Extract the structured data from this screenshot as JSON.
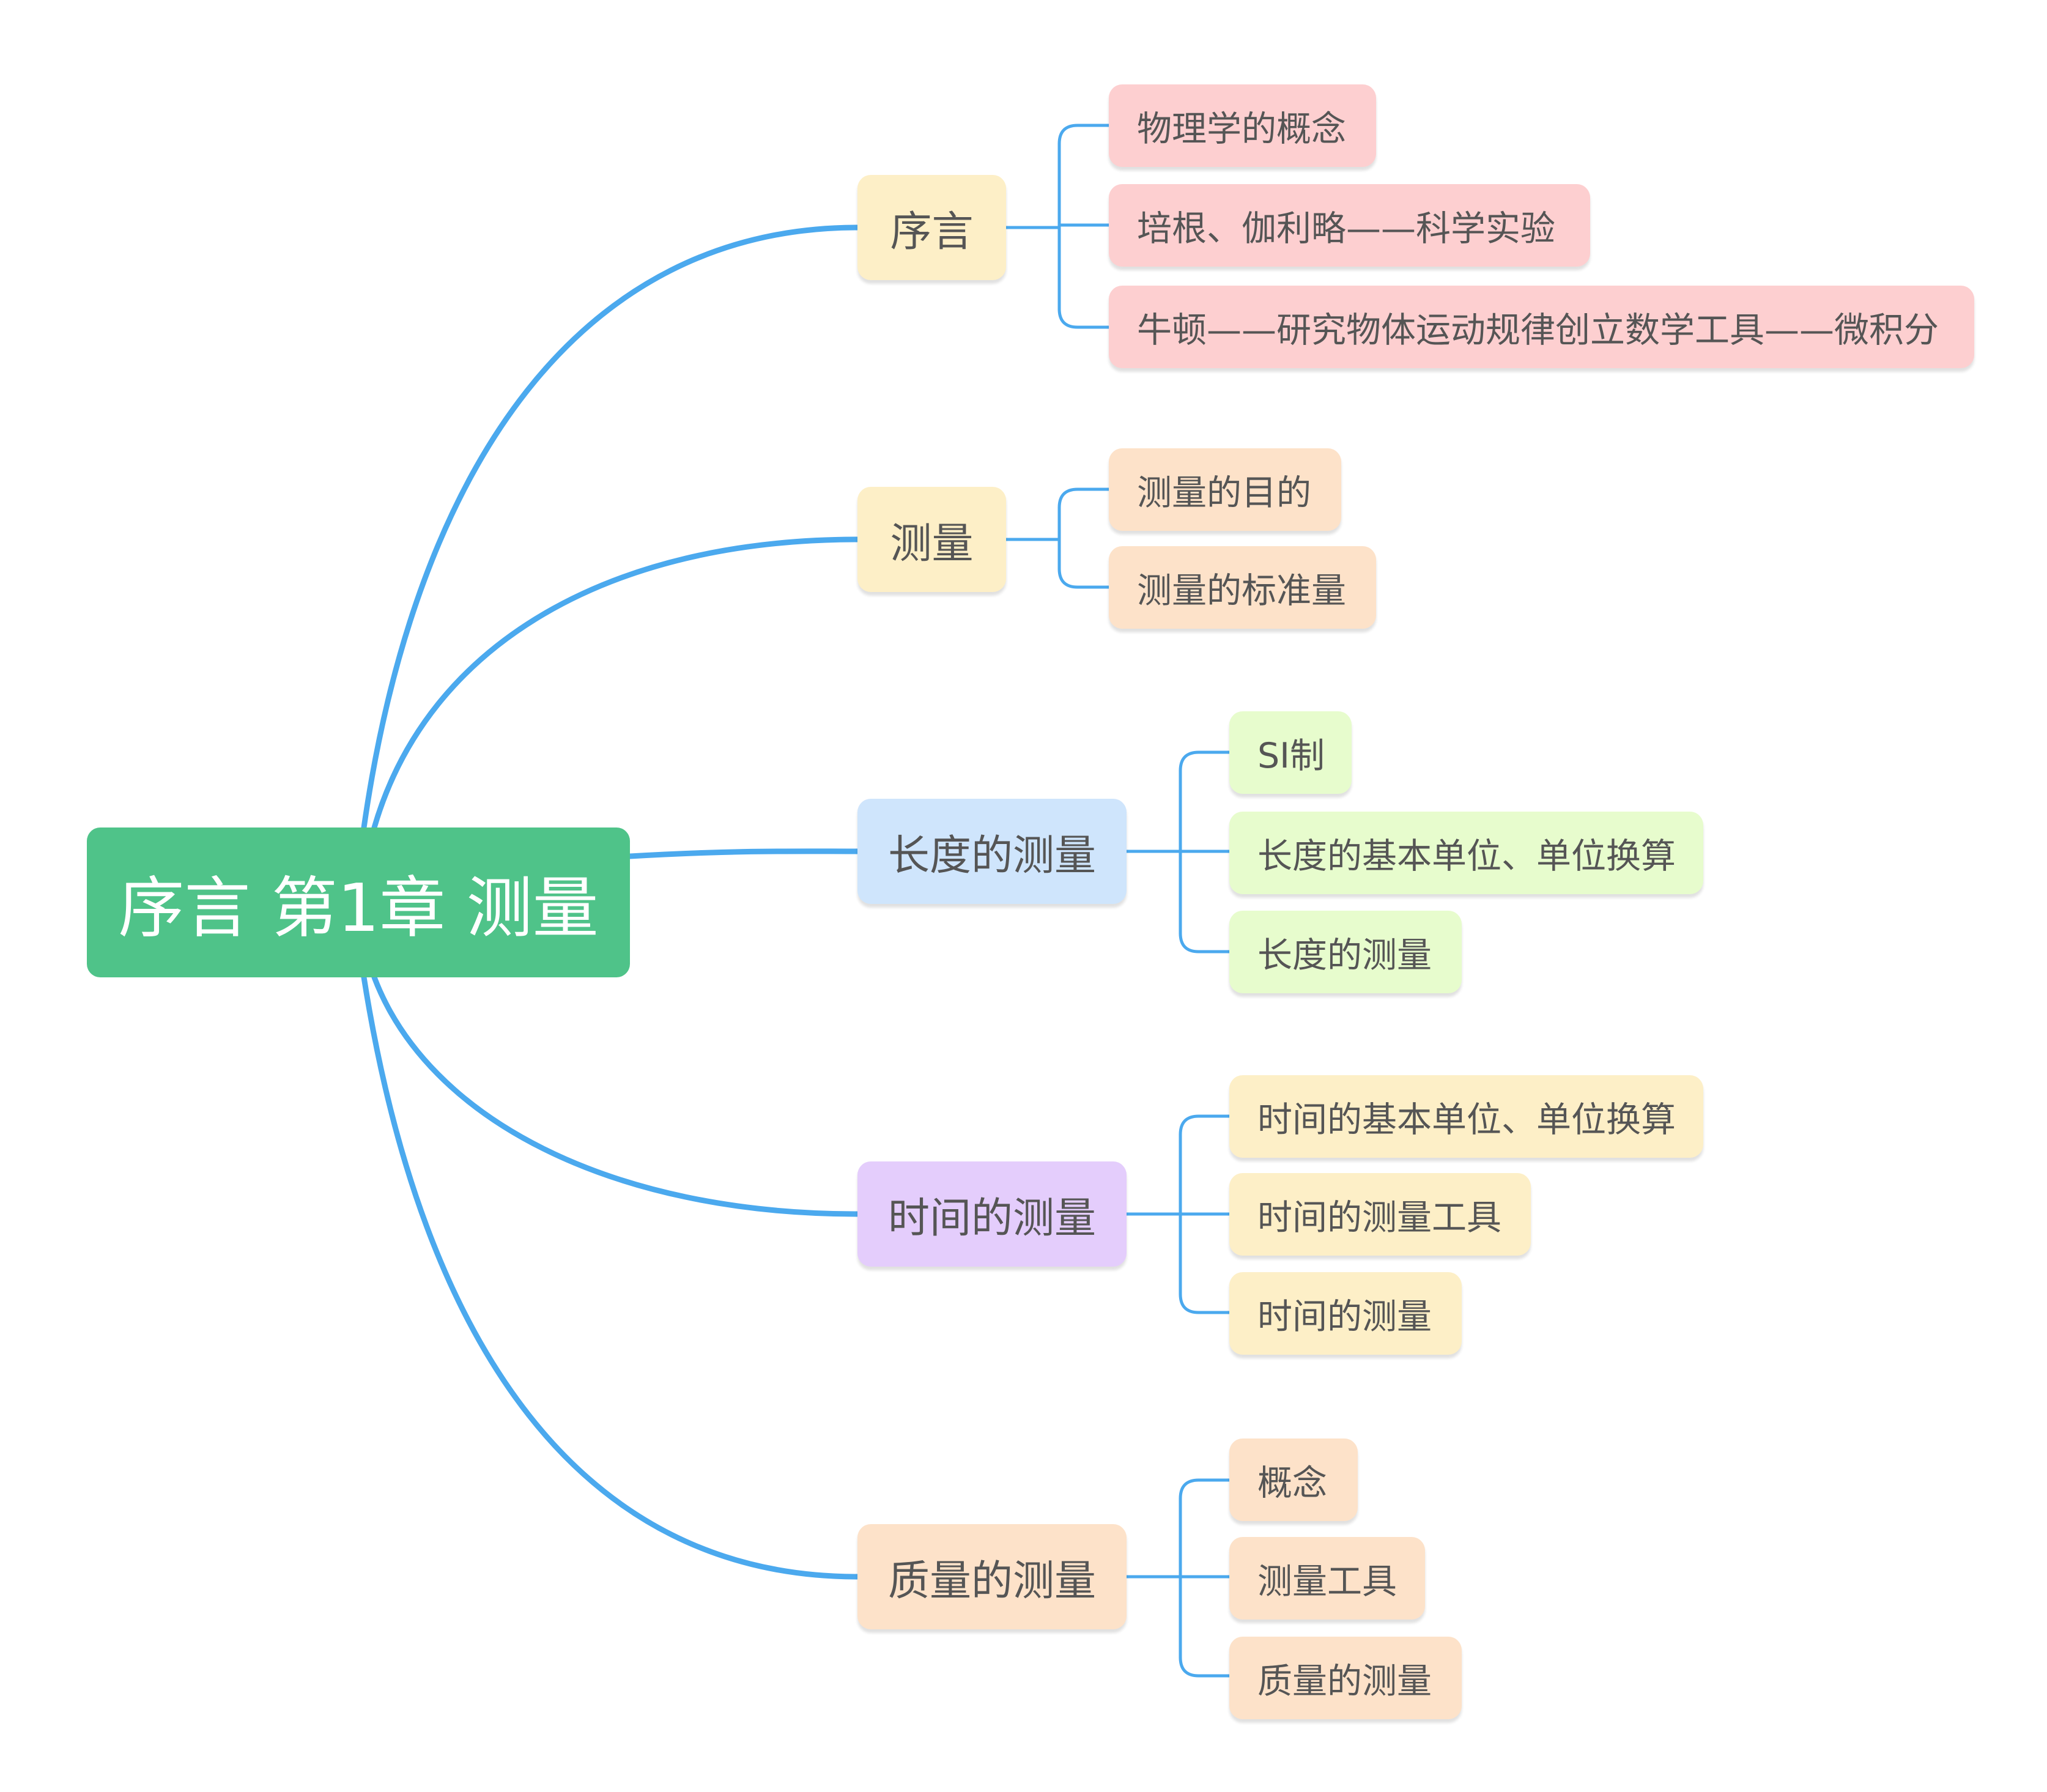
{
  "central_topic": "序言  第1章 测量",
  "colors": {
    "connector": "#4ba9ee",
    "root": "#4fc389",
    "leaf_pink": "#fdcfd0",
    "leaf_peach": "#fde2c9",
    "leaf_green": "#e7fccd",
    "leaf_yellow": "#fdefc7",
    "branch_blue": "#cfe5fc",
    "branch_purple": "#e4cdfc"
  },
  "branches": [
    {
      "label": "序言",
      "children": [
        "物理学的概念",
        "培根、伽利略——科学实验",
        "牛顿——研究物体运动规律创立数学工具——微积分"
      ]
    },
    {
      "label": "测量",
      "children": [
        "测量的目的",
        "测量的标准量"
      ]
    },
    {
      "label": "长度的测量",
      "children": [
        "SI制",
        "长度的基本单位、单位换算",
        "长度的测量"
      ]
    },
    {
      "label": "时间的测量",
      "children": [
        "时间的基本单位、单位换算",
        "时间的测量工具",
        "时间的测量"
      ]
    },
    {
      "label": "质量的测量",
      "children": [
        "概念",
        "测量工具",
        "质量的测量"
      ]
    }
  ]
}
